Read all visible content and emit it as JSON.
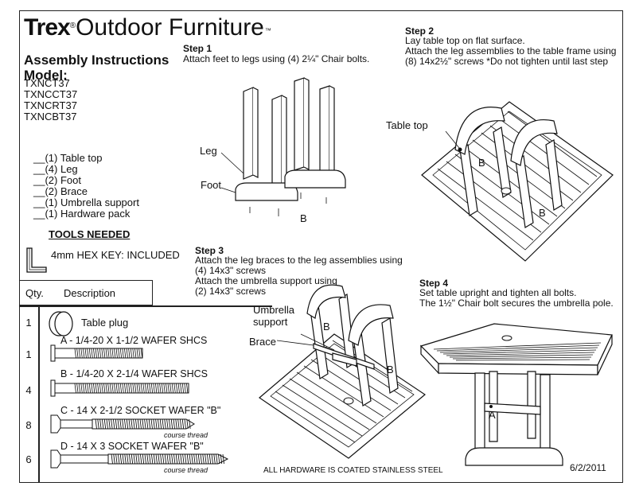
{
  "brand": {
    "trex": "Trex",
    "registered": "®",
    "rest": "Outdoor Furniture",
    "tm": "™"
  },
  "header": {
    "title": "Assembly Instructions",
    "model_label": "Model:",
    "models": [
      "TXNCT37",
      "TXNCCT37",
      "TXNCRT37",
      "TXNCBT37"
    ]
  },
  "parts": [
    "__(1) Table top",
    "__(4) Leg",
    "__(2) Foot",
    "__(2) Brace",
    "__(1) Umbrella support",
    "__(1) Hardware pack"
  ],
  "tools": {
    "heading": "TOOLS NEEDED",
    "item": "4mm HEX KEY: INCLUDED"
  },
  "table": {
    "qty_header": "Qty.",
    "desc_header": "Description",
    "rows": [
      {
        "qty": "1",
        "label": "Table plug",
        "note": ""
      },
      {
        "qty": "1",
        "label": "A - 1/4-20 X 1-1/2 WAFER SHCS",
        "note": ""
      },
      {
        "qty": "4",
        "label": "B - 1/4-20 X 2-1/4 WAFER SHCS",
        "note": ""
      },
      {
        "qty": "8",
        "label": "C - 14 X 2-1/2 SOCKET WAFER \"B\"",
        "note": "course thread"
      },
      {
        "qty": "6",
        "label": "D - 14 X 3 SOCKET WAFER \"B\"",
        "note": "course thread"
      }
    ]
  },
  "steps": {
    "step1": {
      "title": "Step 1",
      "text": "Attach feet to legs using (4) 2¼\" Chair bolts."
    },
    "step2": {
      "title": "Step 2",
      "lines": [
        "Lay table top on flat surface.",
        "Attach the leg assemblies to the table frame using",
        "(8) 14x2½\" screws  *Do not tighten until last step"
      ]
    },
    "step3": {
      "title": "Step 3",
      "lines": [
        "Attach the leg braces to the leg assemblies using",
        "(4) 14x3\" screws",
        "Attach the umbrella support using",
        "(2) 14x3\" screws"
      ]
    },
    "step4": {
      "title": "Step 4",
      "lines": [
        "Set table upright and tighten all bolts.",
        "The 1½\" Chair bolt secures the umbrella pole."
      ]
    }
  },
  "callouts": {
    "leg": "Leg",
    "foot": "Foot",
    "b1": "B",
    "table_top": "Table top",
    "b2a": "B",
    "b2b": "B",
    "umbrella_support": "Umbrella\nsupport",
    "brace": "Brace",
    "b3a": "B",
    "b3b": "B",
    "a4": "A"
  },
  "footer": {
    "note": "ALL HARDWARE IS COATED STAINLESS STEEL",
    "date": "6/2/2011"
  }
}
